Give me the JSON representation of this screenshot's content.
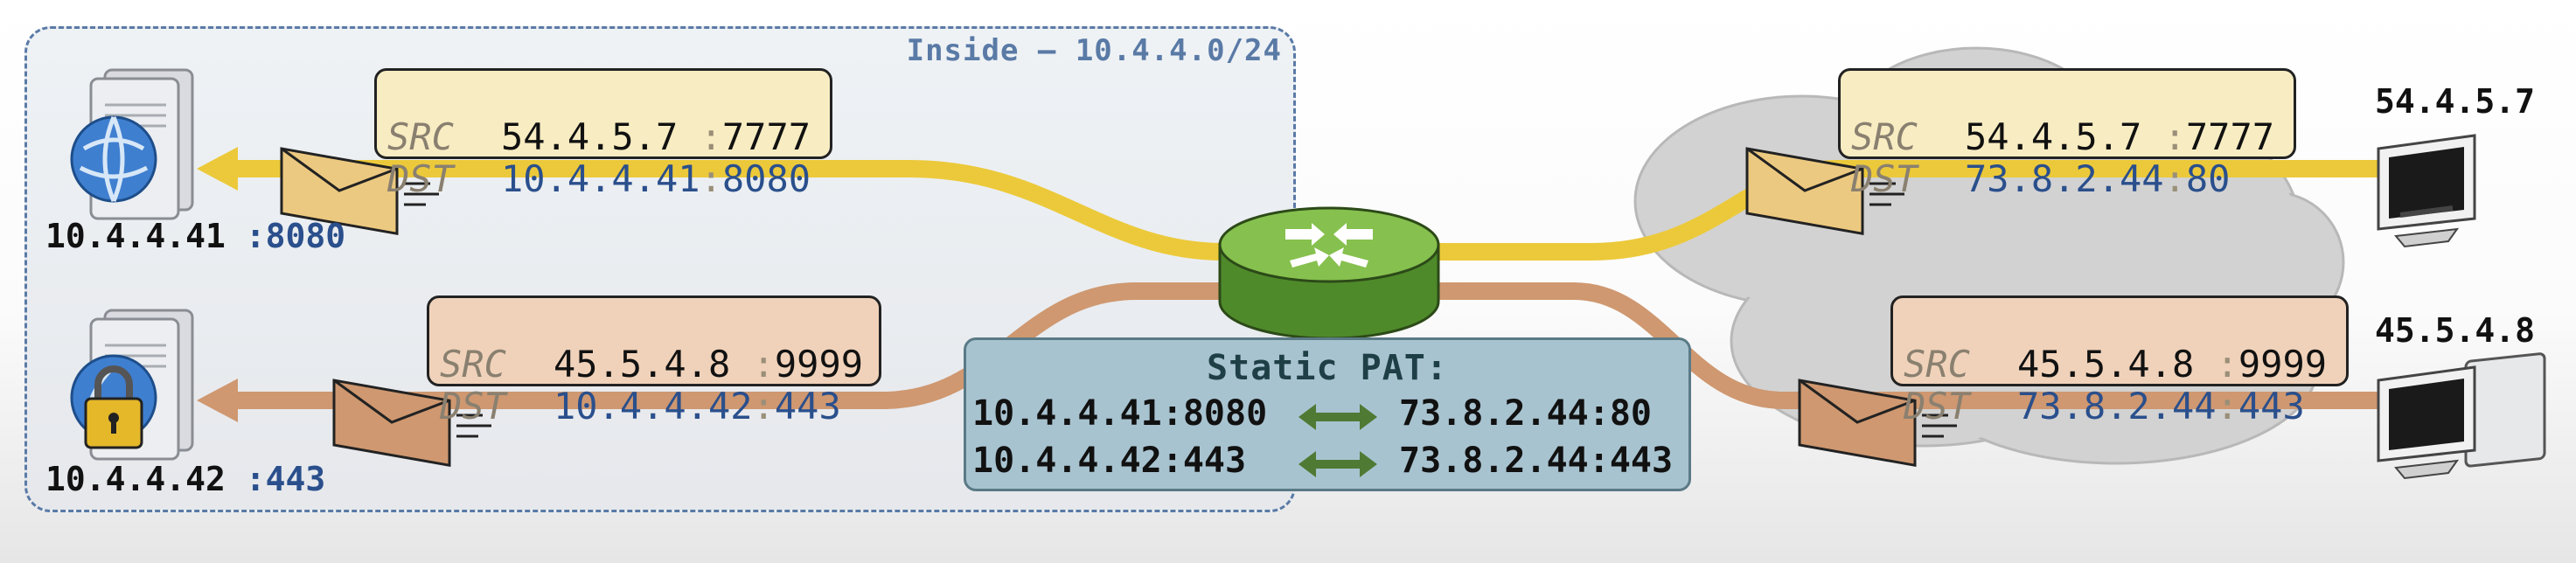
{
  "inside_label": "Inside – 10.4.4.0/24",
  "servers": [
    {
      "ip": "10.4.4.41",
      "port": ":8080",
      "icon": "web-server-icon"
    },
    {
      "ip": "10.4.4.42",
      "port": ":443",
      "icon": "secure-web-server-icon"
    }
  ],
  "clients": [
    {
      "ip": "54.4.5.7",
      "icon": "desktop-computer-icon"
    },
    {
      "ip": "45.5.4.8",
      "icon": "desktop-computer-icon"
    }
  ],
  "packets": {
    "left_top": {
      "src_label": "SRC",
      "src_ip": "54.4.5.7 ",
      "src_port": "7777",
      "dst_label": "DST",
      "dst_ip": "10.4.4.41",
      "dst_port": "8080"
    },
    "left_bottom": {
      "src_label": "SRC",
      "src_ip": "45.5.4.8 ",
      "src_port": "9999",
      "dst_label": "DST",
      "dst_ip": "10.4.4.42",
      "dst_port": "443"
    },
    "right_top": {
      "src_label": "SRC",
      "src_ip": "54.4.5.7 ",
      "src_port": "7777",
      "dst_label": "DST",
      "dst_ip": "73.8.2.44",
      "dst_port": "80"
    },
    "right_bottom": {
      "src_label": "SRC",
      "src_ip": "45.5.4.8 ",
      "src_port": "9999",
      "dst_label": "DST",
      "dst_ip": "73.8.2.44",
      "dst_port": "443"
    }
  },
  "pat": {
    "title": "Static PAT:",
    "rows": [
      {
        "inside": "10.4.4.41:8080",
        "outside": "73.8.2.44:80"
      },
      {
        "inside": "10.4.4.42:443",
        "outside": "73.8.2.44:443"
      }
    ]
  },
  "colors": {
    "flow_yellow": "#ecc93a",
    "flow_tan": "#cf9870",
    "inside_border": "#5a7aa6",
    "router_green": "#6aa339"
  }
}
